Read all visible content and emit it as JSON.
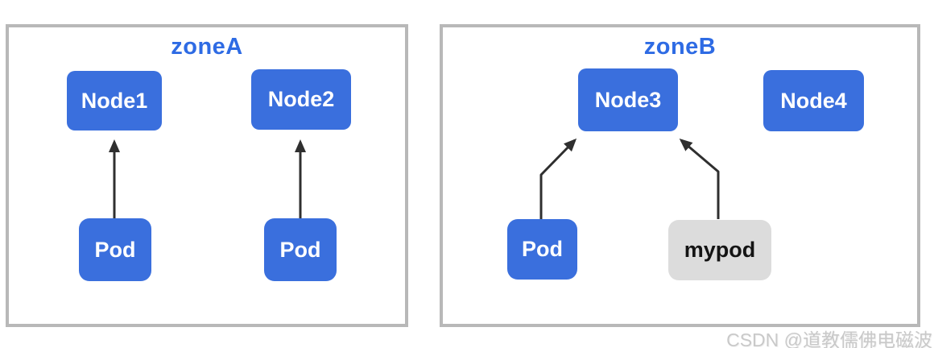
{
  "zones": [
    {
      "label": "zoneA",
      "boxes": [
        {
          "id": "node1",
          "label": "Node1",
          "type": "node"
        },
        {
          "id": "node2",
          "label": "Node2",
          "type": "node"
        },
        {
          "id": "pod-a1",
          "label": "Pod",
          "type": "pod"
        },
        {
          "id": "pod-a2",
          "label": "Pod",
          "type": "pod"
        }
      ],
      "edges": [
        {
          "from": "pod-a1",
          "to": "node1"
        },
        {
          "from": "pod-a2",
          "to": "node2"
        }
      ]
    },
    {
      "label": "zoneB",
      "boxes": [
        {
          "id": "node3",
          "label": "Node3",
          "type": "node"
        },
        {
          "id": "node4",
          "label": "Node4",
          "type": "node"
        },
        {
          "id": "pod-b1",
          "label": "Pod",
          "type": "pod"
        },
        {
          "id": "mypod",
          "label": "mypod",
          "type": "pod-highlight"
        }
      ],
      "edges": [
        {
          "from": "pod-b1",
          "to": "node3"
        },
        {
          "from": "mypod",
          "to": "node3"
        }
      ]
    }
  ],
  "watermark": "CSDN @道教儒佛电磁波",
  "colors": {
    "box_blue": "#3a6fdd",
    "box_text": "#ffffff",
    "mypod_fill": "#dcdcdc",
    "mypod_text": "#141414",
    "zone_title": "#2e6be4",
    "panel_border": "#b8b8b8",
    "arrow": "#2f2f2f",
    "watermark": "#c9c9c9"
  }
}
